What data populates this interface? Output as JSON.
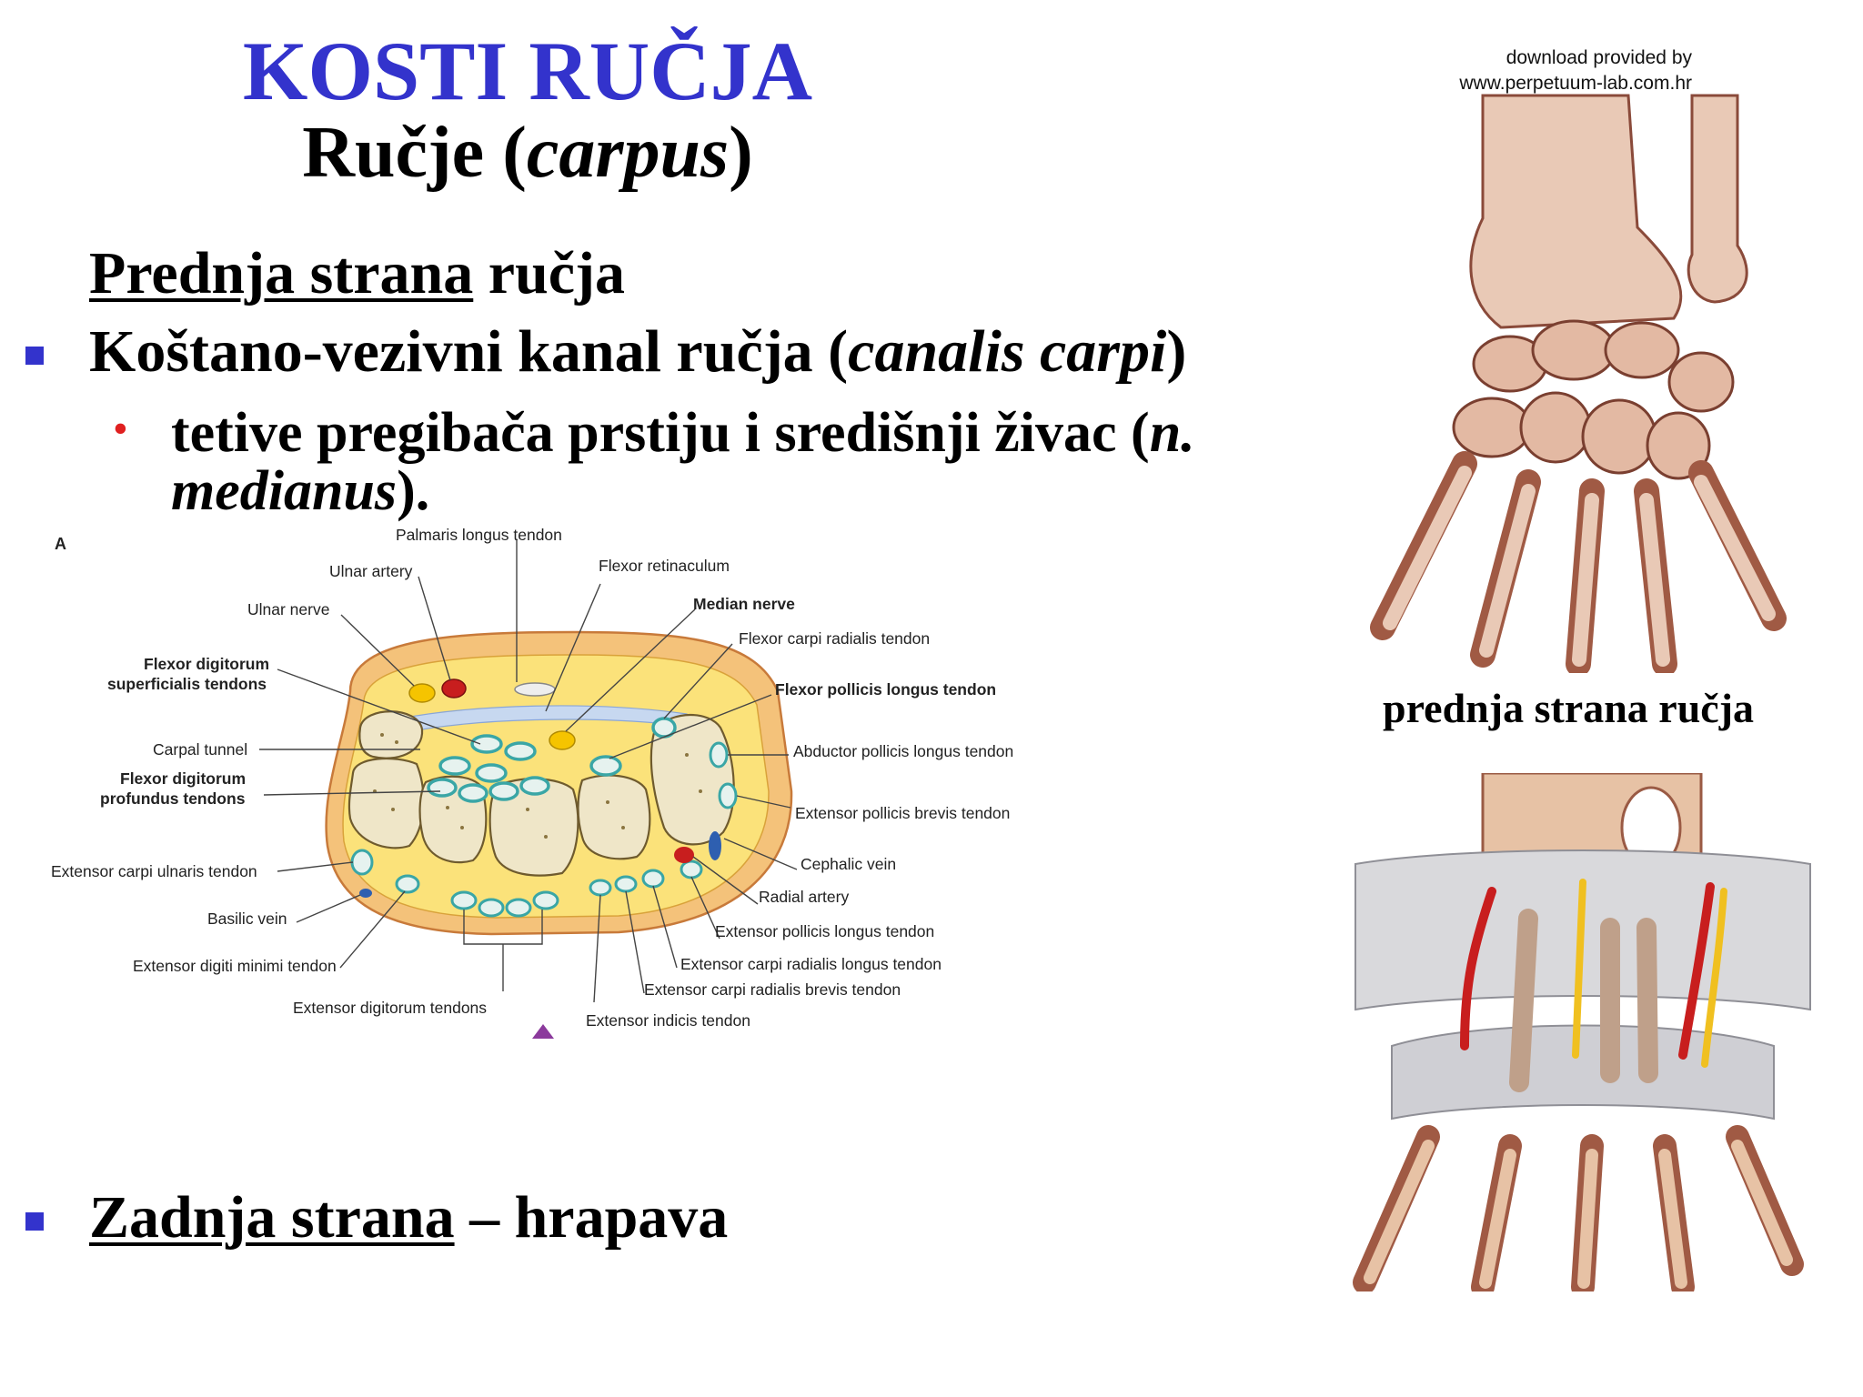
{
  "header": {
    "title": "KOSTI RUČJA",
    "subtitle_main": "Ručje (",
    "subtitle_italic": "carpus",
    "subtitle_end": ")",
    "credit_line1": "download provided by",
    "credit_line2": "www.perpetuum-lab.com.hr"
  },
  "body": {
    "front_heading_underlined": "Prednja strana",
    "front_heading_rest": " ručja",
    "canal_text": "Koštano-vezivni kanal ručja (",
    "canal_italic": "canalis carpi",
    "canal_end": ")",
    "sub_text": "tetive pregibača prstiju i središnji živac (",
    "sub_italic": "n. medianus",
    "sub_end": ").",
    "back_underlined": "Zadnja strana",
    "back_rest": " – hrapava"
  },
  "right_panel": {
    "caption": "prednja strana ručja"
  },
  "diagram": {
    "panel_letter": "A",
    "labels": {
      "palmaris": "Palmaris longus tendon",
      "ulnar_artery": "Ulnar artery",
      "flexor_retinaculum": "Flexor retinaculum",
      "ulnar_nerve": "Ulnar nerve",
      "median_nerve": "Median nerve",
      "fds_1": "Flexor digitorum",
      "fds_2": "superficialis tendons",
      "fcr": "Flexor carpi radialis tendon",
      "fpl": "Flexor pollicis longus tendon",
      "carpal_tunnel": "Carpal tunnel",
      "apl": "Abductor pollicis longus tendon",
      "fdp_1": "Flexor digitorum",
      "fdp_2": "profundus tendons",
      "epb": "Extensor pollicis brevis tendon",
      "ecu": "Extensor carpi ulnaris tendon",
      "cephalic": "Cephalic vein",
      "radial_artery": "Radial artery",
      "basilic": "Basilic vein",
      "epl": "Extensor pollicis longus tendon",
      "edm": "Extensor digiti minimi tendon",
      "ecrl": "Extensor carpi radialis longus tendon",
      "ecrb": "Extensor carpi radialis brevis tendon",
      "ed": "Extensor digitorum tendons",
      "ei": "Extensor indicis tendon"
    }
  },
  "colors": {
    "title_blue": "#3333cc",
    "bullet_blue": "#3333cc",
    "dot_red": "#e02020",
    "skin": "#f4c27a",
    "fat": "#fbe27a",
    "bone": "#efe6c8",
    "tendon_teal": "#3aa6a6",
    "artery": "#c81e1e",
    "nerve": "#f5c400",
    "triangle": "#8b3a9c"
  }
}
